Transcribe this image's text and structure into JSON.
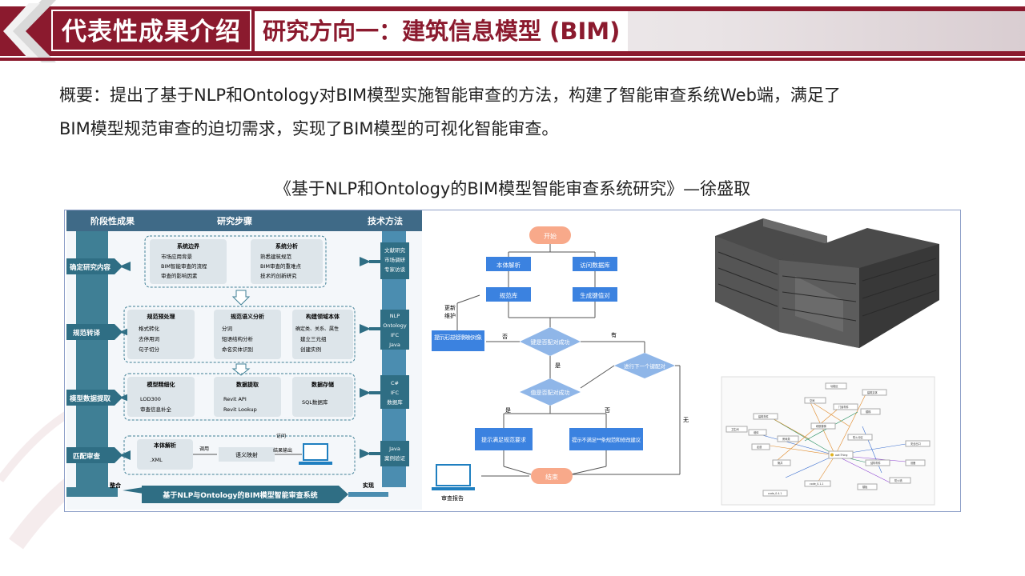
{
  "header": {
    "section_title": "代表性成果介绍",
    "subtitle": "研究方向一：建筑信息模型 (BIM)"
  },
  "summary": {
    "line1": "概要：提出了基于NLP和Ontology对BIM模型实施智能审查的方法，构建了智能审查系统Web端，满足了",
    "line2": "BIM模型规范审查的迫切需求，实现了BIM模型的可视化智能审查。"
  },
  "caption": "《基于NLP和Ontology的BIM模型智能审查系统研究》—徐盛取",
  "research_diagram": {
    "headers": {
      "left": "阶段性成果",
      "middle": "研究步骤",
      "right": "技术方法"
    },
    "stages": [
      "确定研究内容",
      "规范转译",
      "模型数据提取",
      "匹配审查"
    ],
    "row1": {
      "box1_title": "系统边界",
      "box1_items": [
        "市场应用背景",
        "BIM智能审查的流程",
        "审查的影响因素"
      ],
      "box2_title": "系统分析",
      "box2_items": [
        "熟悉建筑规范",
        "BIM审查的重难点",
        "技术的创新研究"
      ]
    },
    "row2": {
      "box1_title": "规范预处理",
      "box1_items": [
        "格式转化",
        "去停用词",
        "句子切分"
      ],
      "box2_title": "规范语义分析",
      "box2_items": [
        "分词",
        "短语结构分析",
        "命名实体识别"
      ],
      "box3_title": "构建领域本体",
      "box3_items": [
        "确定类、关系、属性",
        "建立三元组",
        "创建实例"
      ]
    },
    "row3": {
      "box1_title": "模型精细化",
      "box1_items": [
        "LOD300",
        "审查信息补全"
      ],
      "box2_title": "数据提取",
      "box2_items": [
        "Revit API",
        "Revit Lookup"
      ],
      "box3_title": "数据存储",
      "box3_items": [
        "SQL数据库"
      ]
    },
    "row4": {
      "box1_title": "本体解析",
      "box1_items": [
        ".XML"
      ],
      "call_label": "调用",
      "mapping": "语义映射",
      "access_label": "访问",
      "output_label": "结果输出"
    },
    "tech": [
      [
        "文献研究",
        "市场调研",
        "专家访谈"
      ],
      [
        "NLP",
        "Ontology",
        "IFC",
        "Java"
      ],
      [
        "C#",
        "IFC",
        "数据库"
      ],
      [
        "Java",
        "案例验证"
      ]
    ],
    "bottom": {
      "left": "整合",
      "system": "基于NLP与Ontology的BIM模型智能审查系统",
      "right": "实现"
    }
  },
  "flowchart": {
    "start": "开始",
    "ontology_parse": "本体解析",
    "access_db": "访问数据库",
    "norm_lib": "规范库",
    "gen_kv": "生成键值对",
    "update_label": "更新",
    "maintain_label": "维护",
    "prompt_no_map": "提示无法找到映射对象",
    "no_label": "否",
    "yes_label": "有",
    "key_match": "键是否配对成功",
    "next_pair": "进行下一个键配对",
    "shi_label": "是",
    "value_match": "值是否配对成功",
    "shi2_label": "是",
    "fou2_label": "否",
    "wu_label": "无",
    "meet": "提示满足规范要求",
    "not_meet": "提示不满足**条规范和修改建议",
    "end": "结束",
    "report": "审查报告"
  },
  "ontology_graph": {
    "center": "owl:Thing",
    "nodes": [
      "功能区",
      "建筑实体",
      "空间",
      "门窗构件",
      "楼梯",
      "建筑构件",
      "卫生间",
      "疏散楼梯",
      "墙体",
      "房间类",
      "防火分区",
      "安全出口",
      "走道",
      "管井",
      "结构构件",
      "设备",
      "code_0.1.1",
      "code_0.4.1",
      "防火墙",
      "楼板"
    ]
  }
}
